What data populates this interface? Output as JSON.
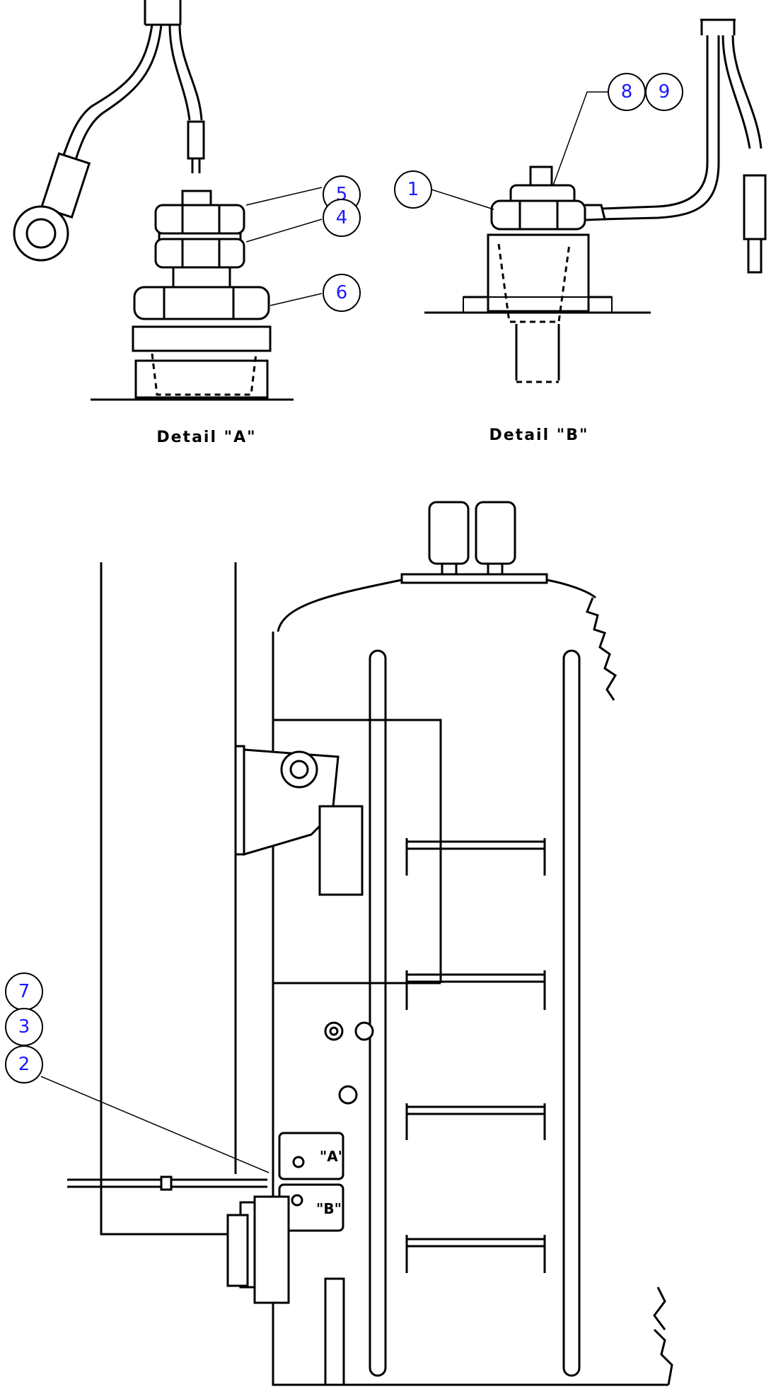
{
  "details": {
    "a": {
      "caption": "Detail \"A\""
    },
    "b": {
      "caption": "Detail \"B\""
    }
  },
  "callouts": {
    "c1": "1",
    "c2": "2",
    "c3": "3",
    "c4": "4",
    "c5": "5",
    "c6": "6",
    "c7": "7",
    "c8": "8",
    "c9": "9"
  },
  "view_tags": {
    "a": "\"A\"",
    "b": "\"B\""
  },
  "colors": {
    "line": "#000000",
    "callout_text": "#1a1aff",
    "background": "#ffffff"
  }
}
